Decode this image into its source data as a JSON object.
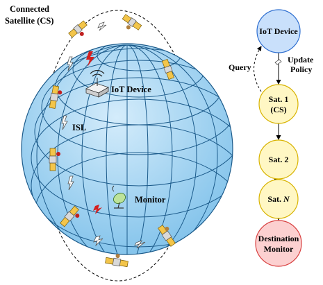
{
  "labels": {
    "connected_satellite_line1": "Connected",
    "connected_satellite_line2": "Satellite (CS)",
    "iot_device": "IoT Device",
    "isl": "ISL",
    "monitor": "Monitor"
  },
  "flow": {
    "nodes": [
      {
        "line1": "IoT Device",
        "line2": "",
        "fill": "#c9e0fb",
        "stroke": "#2f6fd0"
      },
      {
        "line1": "Sat. 1",
        "line2": "(CS)",
        "fill": "#fff7c4",
        "stroke": "#d8b300"
      },
      {
        "line1": "Sat. 2",
        "line2": "",
        "fill": "#fff7c4",
        "stroke": "#d8b300"
      },
      {
        "line1": "Sat. N",
        "line2": "",
        "fill": "#fff7c4",
        "stroke": "#d8b300"
      },
      {
        "line1": "Destination",
        "line2": "Monitor",
        "fill": "#fcd0d0",
        "stroke": "#d84040"
      }
    ],
    "query_label": "Query",
    "update_line1": "Update",
    "update_line2": "Policy"
  },
  "colors": {
    "globe_fill": "#a9d8f5",
    "globe_grid": "#1b5a8a",
    "satellite_body": "#f3c54a",
    "lightning": "#d42020"
  }
}
